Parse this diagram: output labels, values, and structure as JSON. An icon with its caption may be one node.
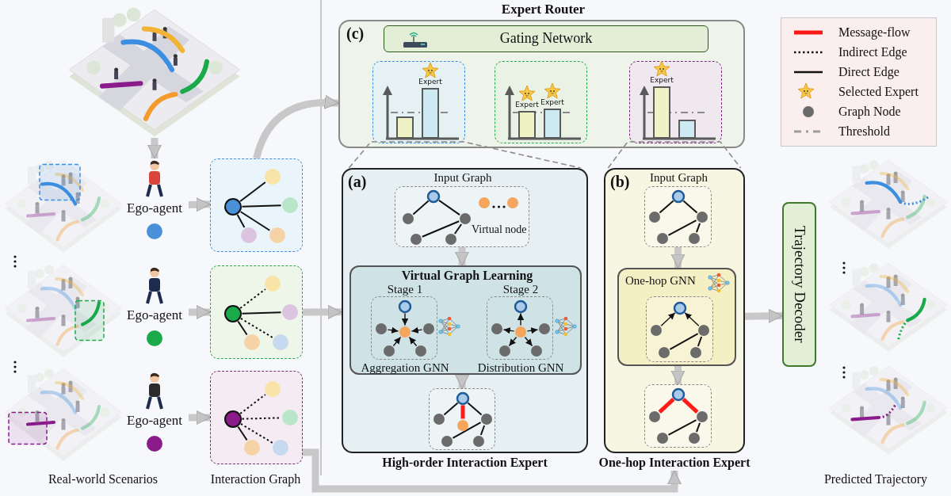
{
  "diagram": {
    "nodes": [
      {
        "text": [],
        "shape": "picture"
      },
      {
        "text": [],
        "shape": "picture"
      },
      {
        "text": [],
        "shape": "picture"
      },
      {
        "text": [],
        "shape": "picture"
      },
      {
        "text": [
          "Ego-agent"
        ]
      },
      {
        "text": [
          "Ego-agent"
        ]
      },
      {
        "text": [
          "Ego-agent"
        ]
      },
      {
        "text": [],
        "shape": "box"
      },
      {
        "text": [],
        "shape": "box"
      },
      {
        "text": [],
        "shape": "box"
      },
      {
        "text": [
          "Expert Router",
          "(c)"
        ]
      },
      {
        "text": [
          "Gating Network"
        ],
        "in": 10
      },
      {
        "text": [
          "Expert"
        ],
        "in": 10
      },
      {
        "text": [
          "Expert",
          "Expert"
        ],
        "in": 10
      },
      {
        "text": [
          "Expert"
        ],
        "in": 10
      },
      {
        "text": [
          "(a)",
          "High-order Interaction Expert"
        ]
      },
      {
        "text": [
          "Input Graph",
          "Virtual node"
        ],
        "in": 15
      },
      {
        "text": [
          "Virtual Graph Learning"
        ],
        "in": 15
      },
      {
        "text": [
          "Stage 1",
          "Aggregation GNN"
        ],
        "in": 17
      },
      {
        "text": [
          "Stage 2",
          "Distribution GNN"
        ],
        "in": 17
      },
      {
        "text": [],
        "shape": "box",
        "in": 15
      },
      {
        "text": [
          "(b)",
          "One-hop Interaction Expert"
        ]
      },
      {
        "text": [
          "Input Graph"
        ],
        "in": 21
      },
      {
        "text": [
          "One-hop GNN"
        ],
        "in": 21
      },
      {
        "text": [],
        "shape": "box",
        "in": 23
      },
      {
        "text": [],
        "shape": "box",
        "in": 21
      },
      {
        "text": [
          "Trajectory Decoder"
        ]
      },
      {
        "text": [],
        "shape": "picture"
      },
      {
        "text": [],
        "shape": "picture"
      },
      {
        "text": [],
        "shape": "picture"
      }
    ],
    "edges": [
      {
        "from": 0,
        "to": 4,
        "arrow": "to"
      },
      {
        "from": 4,
        "to": 7,
        "arrow": "to"
      },
      {
        "from": 5,
        "to": 8,
        "arrow": "to"
      },
      {
        "from": 6,
        "to": 9,
        "arrow": "to"
      },
      {
        "from": 7,
        "to": 10,
        "arrow": "to"
      },
      {
        "from": 8,
        "to": 15,
        "arrow": "to"
      },
      {
        "from": 9,
        "to": 21,
        "arrow": "to"
      },
      {
        "from": 12,
        "to": 15,
        "arrow": "none",
        "style": "dashed"
      },
      {
        "from": 14,
        "to": 21,
        "arrow": "none",
        "style": "dashed"
      },
      {
        "from": 16,
        "to": 17,
        "arrow": "to"
      },
      {
        "from": 17,
        "to": 20,
        "arrow": "to"
      },
      {
        "from": 22,
        "to": 23,
        "arrow": "to"
      },
      {
        "from": 23,
        "to": 25,
        "arrow": "to"
      },
      {
        "from": 21,
        "to": 26,
        "arrow": "to"
      }
    ],
    "labels": [
      "Real-world Scenarios",
      "Interaction Graph",
      "Predicted Trajectory"
    ],
    "legend": [
      {
        "text": "Message-flow"
      },
      {
        "text": "Indirect Edge"
      },
      {
        "text": "Direct Edge"
      },
      {
        "text": "Selected Expert"
      },
      {
        "text": "Graph Node"
      },
      {
        "text": "Threshold"
      }
    ]
  }
}
